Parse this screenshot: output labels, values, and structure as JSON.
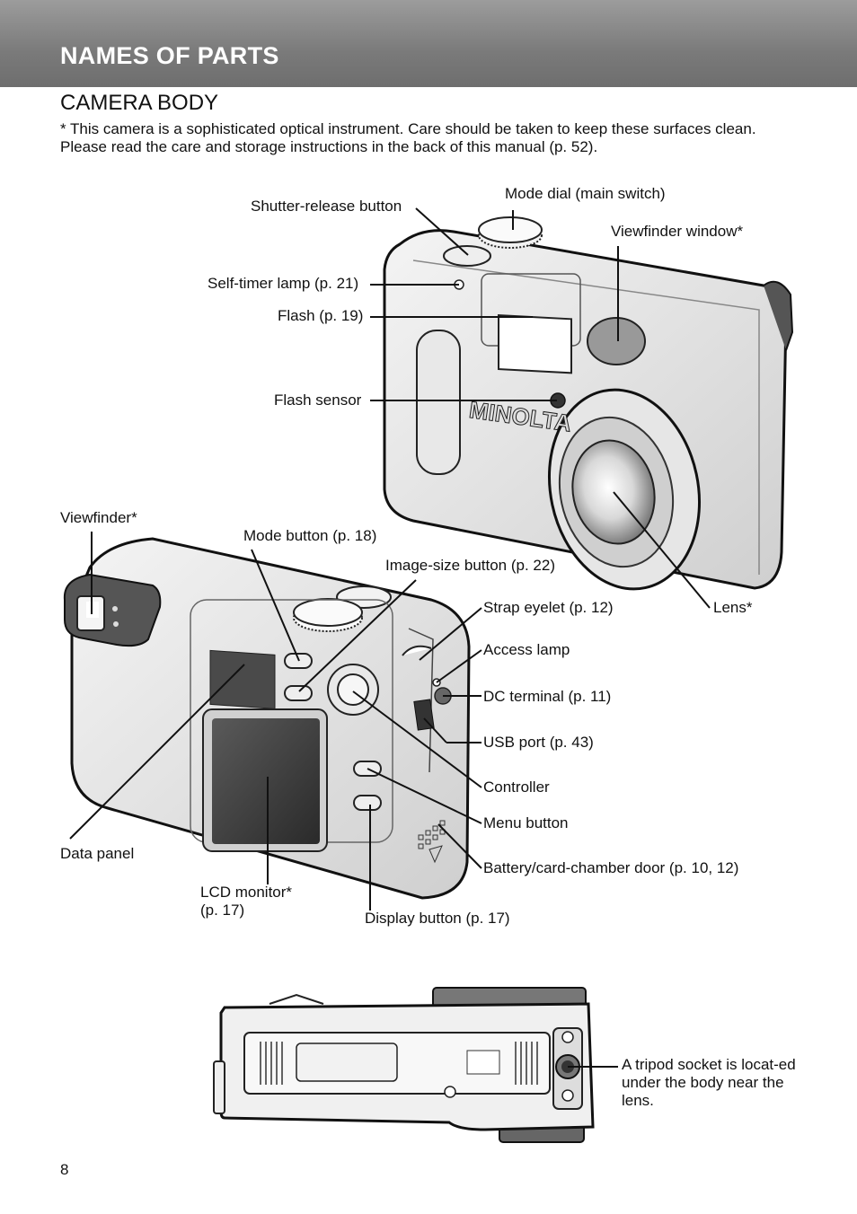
{
  "header": {
    "title": "NAMES OF PARTS"
  },
  "section": {
    "title": "CAMERA BODY"
  },
  "intro": "* This camera is a sophisticated optical instrument. Care should be taken to keep these surfaces clean. Please read the care and storage instructions in the back of this manual (p. 52).",
  "brand_logo": "MINOLTA",
  "labels": {
    "shutter_release": "Shutter-release button",
    "mode_dial": "Mode dial (main switch)",
    "viewfinder_window": "Viewfinder window*",
    "self_timer": "Self-timer lamp (p. 21)",
    "flash": "Flash (p. 19)",
    "flash_sensor": "Flash sensor",
    "viewfinder": "Viewfinder*",
    "mode_button": "Mode button (p. 18)",
    "image_size": "Image-size button (p. 22)",
    "strap_eyelet": "Strap eyelet (p. 12)",
    "lens": "Lens*",
    "access_lamp": "Access lamp",
    "dc_terminal": "DC terminal (p. 11)",
    "usb_port": "USB port (p. 43)",
    "controller": "Controller",
    "menu_button": "Menu button",
    "data_panel": "Data panel",
    "battery_door": "Battery/card-chamber door (p. 10, 12)",
    "lcd_line1": "LCD monitor*",
    "lcd_line2": "(p. 17)",
    "display_button": "Display button (p. 17)",
    "tripod_note": "A tripod socket is locat-ed under the body near the lens."
  },
  "page_number": "8"
}
